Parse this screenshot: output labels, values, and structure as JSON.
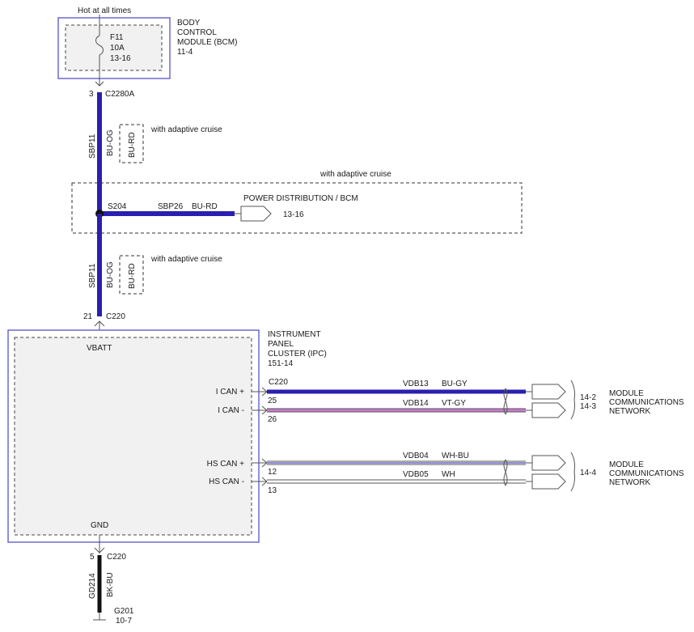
{
  "bcm": {
    "hot_label": "Hot at all times",
    "title_lines": [
      "BODY",
      "CONTROL",
      "MODULE (BCM)",
      "11-4"
    ],
    "fuse_lines": [
      "F11",
      "10A",
      "13-16"
    ],
    "pin": "3",
    "connector": "C2280A"
  },
  "upper_circuit": {
    "circuit": "SBP11",
    "color": "BU-OG",
    "alt_color": "BU-RD",
    "alt_note": "with adaptive cruise"
  },
  "splice": {
    "note": "with adaptive cruise",
    "splice_id": "S204",
    "circuit": "SBP26",
    "color": "BU-RD",
    "dest": "POWER DISTRIBUTION / BCM",
    "dest_ref": "13-16"
  },
  "lower_circuit": {
    "circuit": "SBP11",
    "color": "BU-OG",
    "alt_color": "BU-RD",
    "alt_note": "with adaptive cruise"
  },
  "ipc": {
    "pin_top": "21",
    "connector_top": "C220",
    "title_lines": [
      "INSTRUMENT",
      "PANEL",
      "CLUSTER (IPC)",
      "151-14"
    ],
    "vbatt": "VBATT",
    "gnd": "GND",
    "c220_label": "C220",
    "pins": [
      {
        "label": "I CAN +",
        "pin": "25",
        "circuit": "VDB13",
        "color": "BU-GY"
      },
      {
        "label": "I CAN -",
        "pin": "26",
        "circuit": "VDB14",
        "color": "VT-GY"
      },
      {
        "label": "HS CAN +",
        "pin": "12",
        "circuit": "VDB04",
        "color": "WH-BU"
      },
      {
        "label": "HS CAN -",
        "pin": "13",
        "circuit": "VDB05",
        "color": "WH"
      }
    ]
  },
  "networks": [
    {
      "refs": [
        "14-2",
        "14-3"
      ],
      "lines": [
        "MODULE",
        "COMMUNICATIONS",
        "NETWORK"
      ]
    },
    {
      "refs": [
        "14-4"
      ],
      "lines": [
        "MODULE",
        "COMMUNICATIONS",
        "NETWORK"
      ]
    }
  ],
  "ground": {
    "pin": "5",
    "connector": "C220",
    "circuit": "GD214",
    "color": "BK-BU",
    "ground_id": "G201",
    "ground_ref": "10-7"
  },
  "colors": {
    "wire_blue": "#2a1fb0",
    "wire_violet": "#c97ad0",
    "wire_black": "#111111",
    "box_blue": "#6a6ad0"
  }
}
